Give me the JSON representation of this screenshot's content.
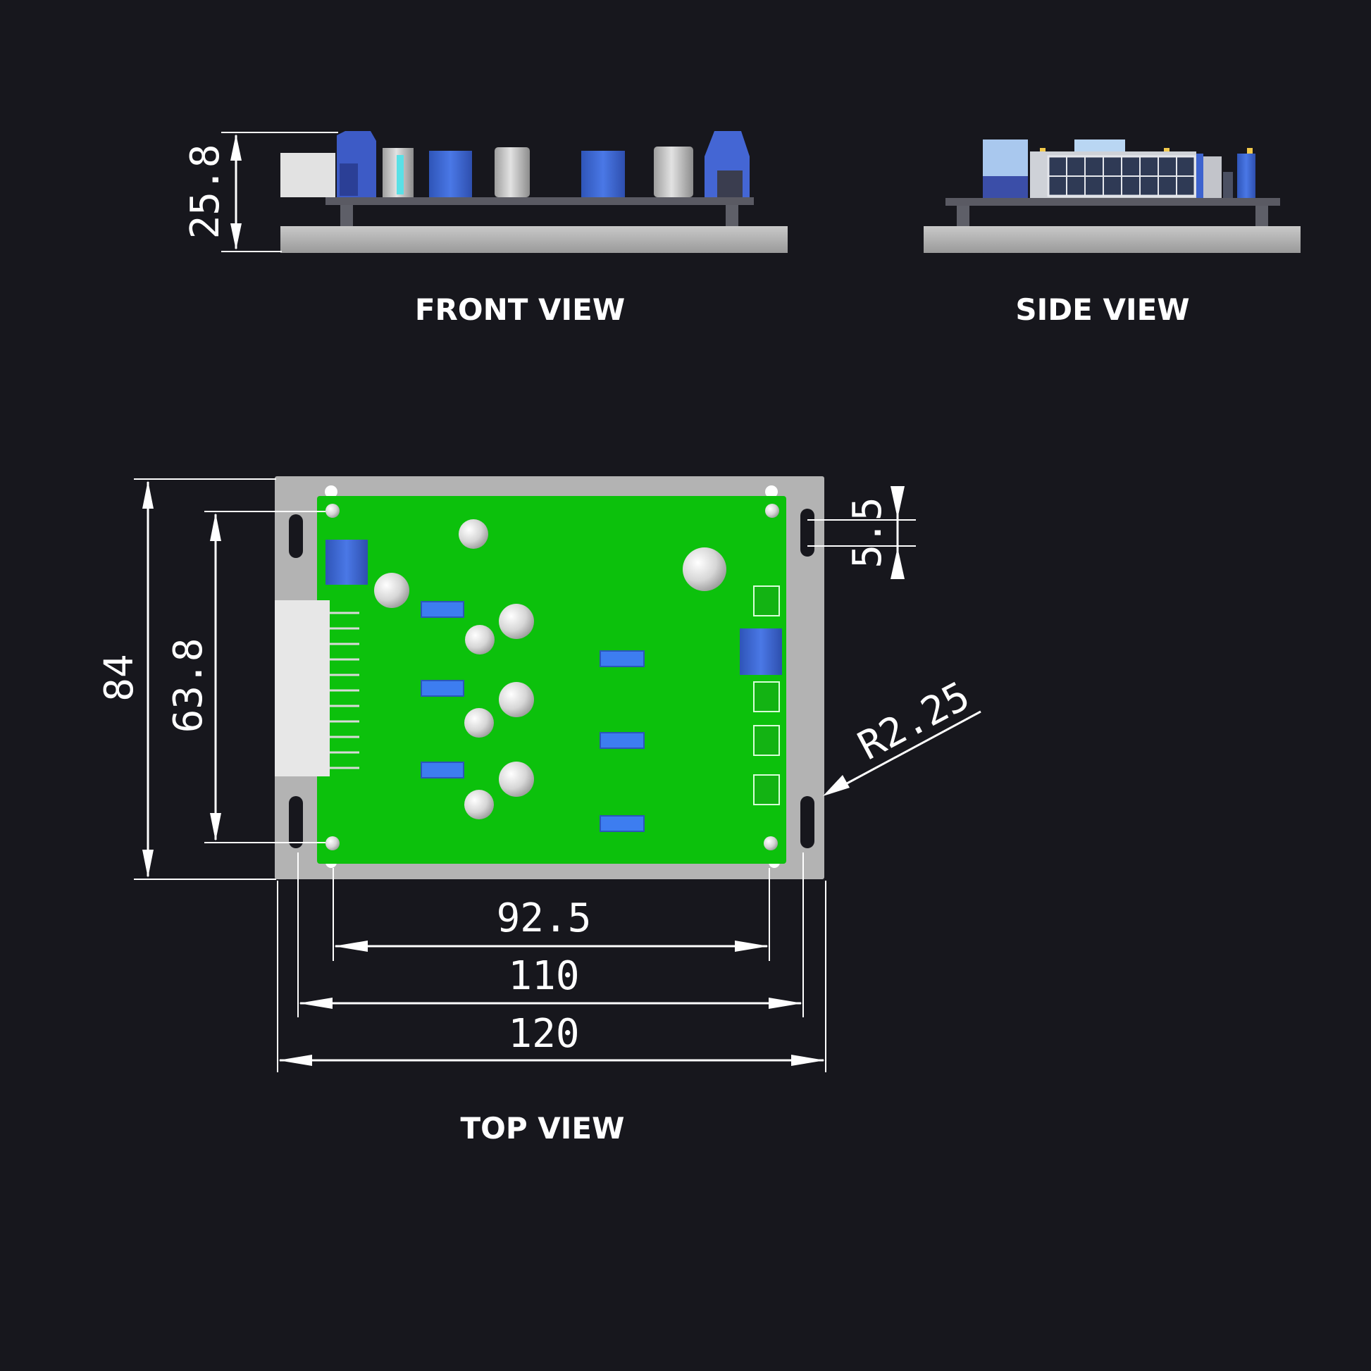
{
  "views": {
    "front": "FRONT VIEW",
    "side": "SIDE VIEW",
    "top": "TOP VIEW"
  },
  "dimensions": {
    "front_height": "25.8",
    "slot_width": "5.5",
    "overall_height": "84",
    "hole_pitch_vertical": "63.8",
    "hole_pitch_horizontal": "92.5",
    "slot_pitch": "110",
    "overall_width": "120",
    "corner_radius": "R2.25"
  },
  "colors": {
    "background": "#17171d",
    "pcb": "#0cc10c",
    "plate": "#b4b4b4",
    "component_blue": "#3a63cc",
    "component_grey": "#cfcfcf",
    "lines": "#ffffff"
  }
}
